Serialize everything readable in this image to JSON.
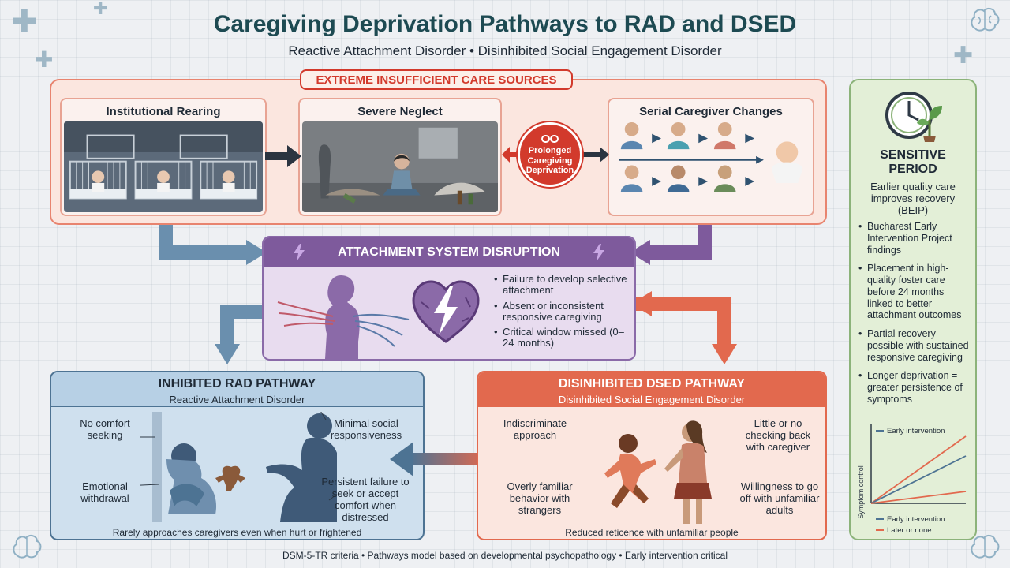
{
  "title": "Caregiving Deprivation Pathways to RAD and DSED",
  "subtitle": "Reactive Attachment Disorder • Disinhibited Social Engagement Disorder",
  "top": {
    "banner": "EXTREME INSUFFICIENT CARE SOURCES",
    "cards": [
      {
        "title": "Institutional Rearing"
      },
      {
        "title": "Severe Neglect"
      },
      {
        "title": "Serial Caregiver Changes"
      }
    ],
    "center_badge": [
      "Prolonged",
      "Caregiving",
      "Deprivation"
    ]
  },
  "middle": {
    "header": "ATTACHMENT SYSTEM DISRUPTION",
    "bullets": [
      "Failure to develop selective attachment",
      "Absent or inconsistent responsive caregiving",
      "Critical window missed (0–24 months)"
    ]
  },
  "rad": {
    "title": "INHIBITED RAD PATHWAY",
    "subtitle": "Reactive Attachment Disorder",
    "labels": {
      "comfort": "No comfort seeking",
      "social": "Minimal social responsiveness",
      "withdrawal": "Emotional withdrawal",
      "failure": "Persistent failure to seek or accept comfort when distressed"
    },
    "footnote": "Rarely approaches caregivers even when hurt or frightened"
  },
  "dsed": {
    "title": "DISINHIBITED DSED PATHWAY",
    "subtitle": "Disinhibited Social Engagement Disorder",
    "labels": {
      "approach": "Indiscriminate approach",
      "checking": "Little or no checking back with caregiver",
      "familiar": "Overly familiar behavior with strangers",
      "willing": "Willingness to go off with unfamiliar adults"
    },
    "footnote": "Reduced reticence with unfamiliar people"
  },
  "side": {
    "title_line1": "SENSITIVE",
    "title_line2": "PERIOD",
    "desc": "Earlier quality care improves recovery (BEIP)",
    "bullets": [
      "Bucharest Early Intervention Project findings",
      "Placement in high-quality foster care before 24 months linked to better attachment outcomes",
      "Partial recovery possible with sustained responsive caregiving",
      "Longer deprivation = greater persistence of symptoms"
    ]
  },
  "chart_data": {
    "type": "line",
    "ylabel": "Symptom control",
    "series": [
      {
        "name": "Early intervention",
        "color": "#e2694e",
        "values": [
          0,
          0.85
        ]
      },
      {
        "name": "Later or none",
        "color": "#4d7393",
        "values": [
          0,
          0.6
        ]
      },
      {
        "name": "",
        "color": "#e2694e",
        "values": [
          0,
          0.15
        ]
      }
    ],
    "legend": [
      {
        "label": "Early intervention",
        "color": "#4d7393"
      },
      {
        "label": "Early intervention",
        "color": "#4d7393"
      },
      {
        "label": "Later or none",
        "color": "#e2694e"
      }
    ]
  },
  "footer": "DSM-5-TR criteria • Pathways model based on developmental psychopathology • Early intervention critical",
  "colors": {
    "accent_red": "#d23a2c",
    "purple": "#7e5a9c",
    "blue": "#4d7393",
    "coral": "#e2694e",
    "green": "#8cb37a"
  }
}
